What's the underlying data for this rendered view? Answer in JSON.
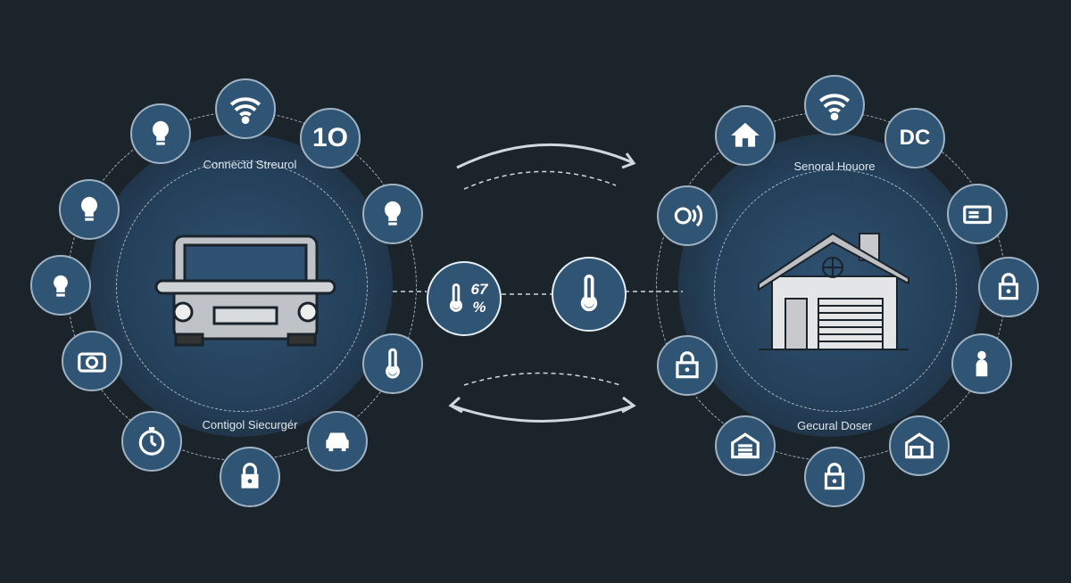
{
  "left_hub": {
    "top_label": "Connectd Streurol",
    "bottom_label": "Contigol Siecurgér",
    "counter_icon_text": "1O"
  },
  "right_hub": {
    "top_label": "Senoral Houore",
    "bottom_label": "Gecural Doser",
    "dc_icon_text": "DC"
  },
  "center": {
    "humidity_value": "67",
    "humidity_unit": "%"
  },
  "colors": {
    "background": "#1b232b",
    "node": "#2f5474",
    "accent": "#ffffff"
  }
}
